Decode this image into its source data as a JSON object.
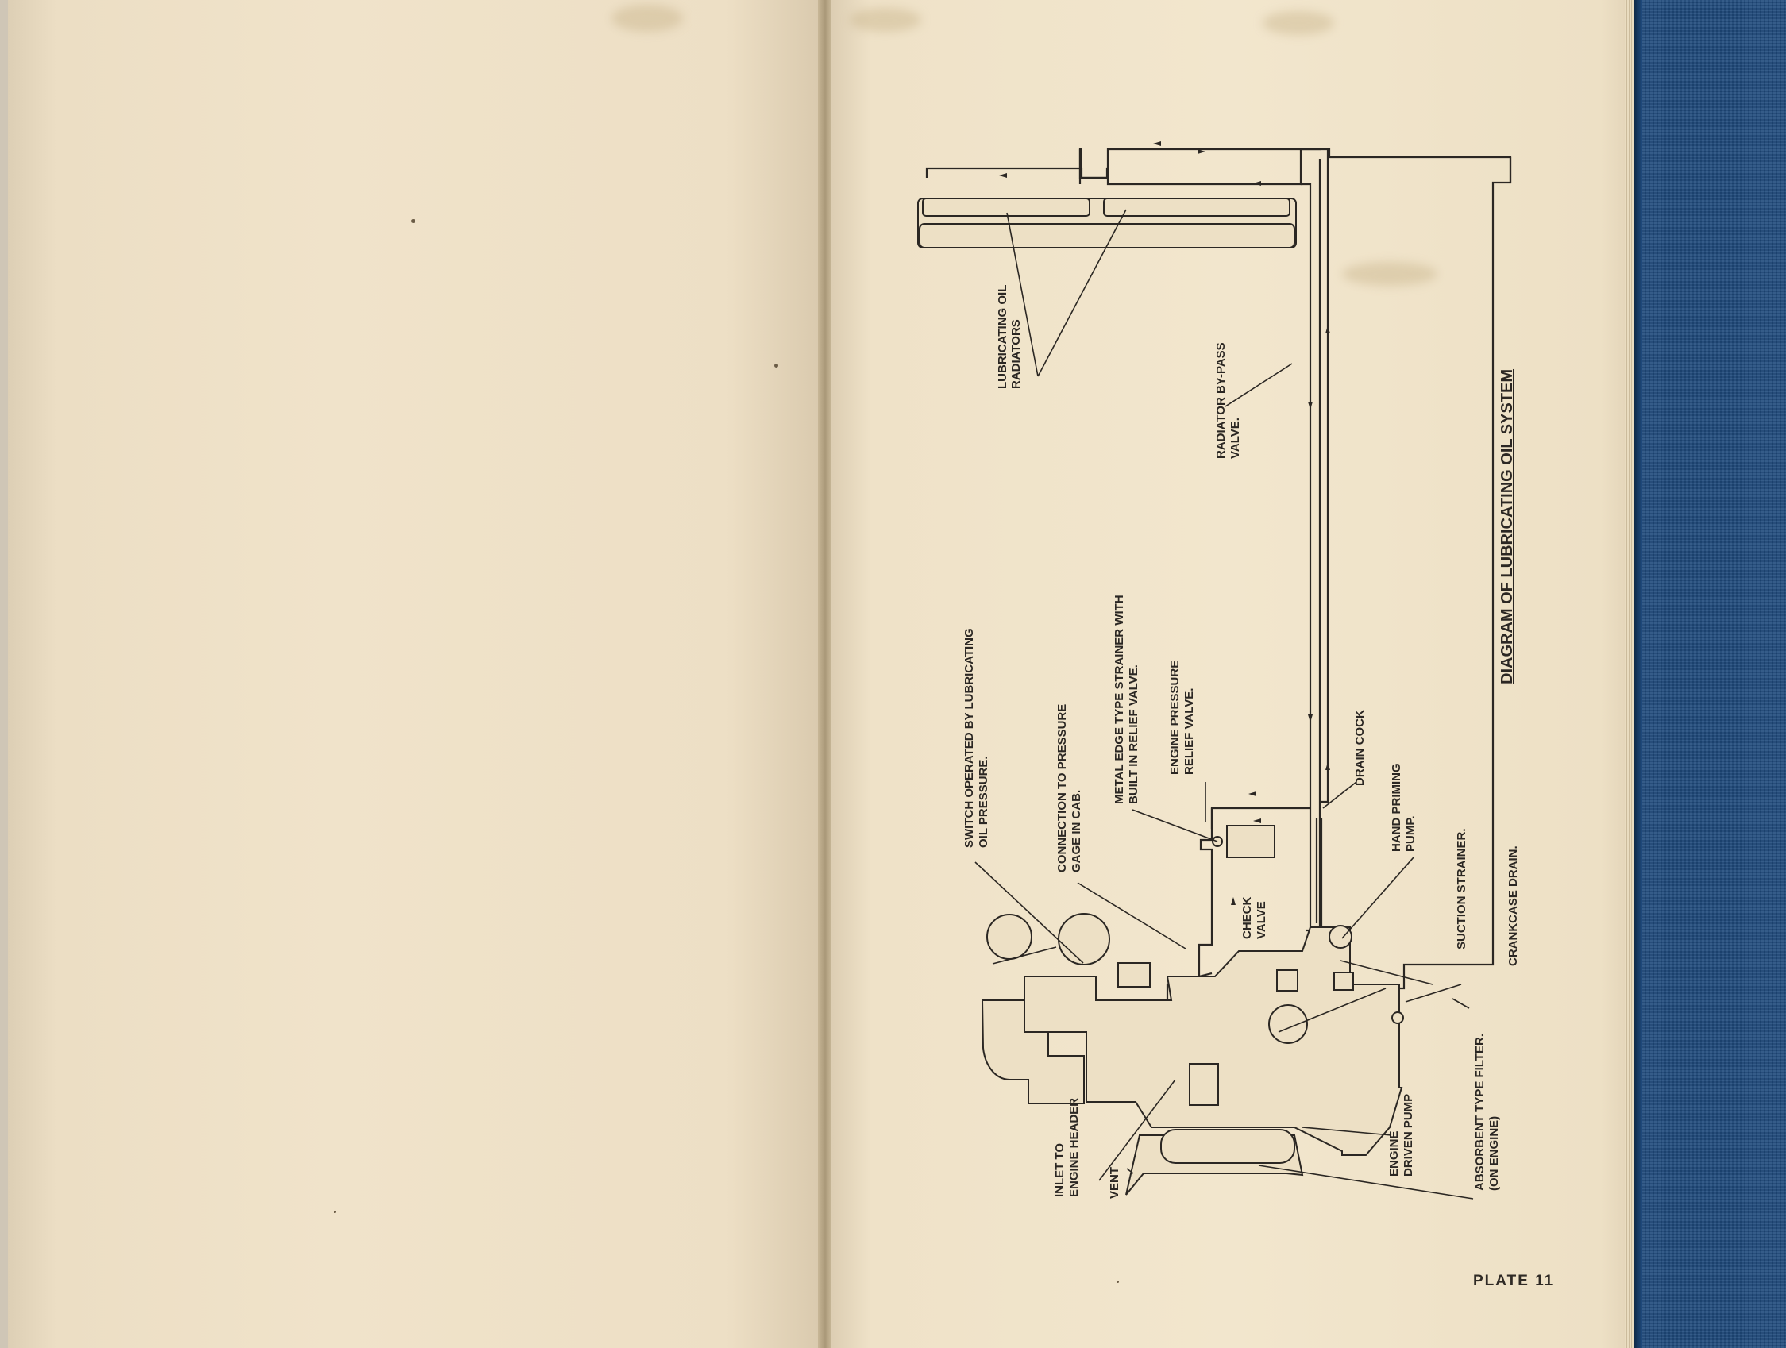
{
  "diagram": {
    "title": "DIAGRAM OF LUBRICATING OIL SYSTEM",
    "labels": {
      "radiators": [
        "LUBRICATING OIL",
        "RADIATORS"
      ],
      "bypass_valve": [
        "RADIATOR BY-PASS",
        "VALVE."
      ],
      "switch": [
        "SWITCH OPERATED BY LUBRICATING",
        "OIL PRESSURE."
      ],
      "gage_connection": [
        "CONNECTION TO PRESSURE",
        "GAGE IN CAB."
      ],
      "strainer": [
        "METAL EDGE TYPE STRAINER WITH",
        "BUILT IN RELIEF VALVE."
      ],
      "relief_valve": [
        "ENGINE PRESSURE",
        "RELIEF VALVE."
      ],
      "drain_cock": [
        "DRAIN COCK"
      ],
      "hand_pump": [
        "HAND PRIMING",
        "PUMP."
      ],
      "check_valve": [
        "CHECK",
        "VALVE"
      ],
      "suction_strainer": [
        "SUCTION STRAINER."
      ],
      "crankcase_drain": [
        "CRANKCASE DRAIN."
      ],
      "filter": [
        "ABSORBENT TYPE FILTER.",
        "(ON ENGINE)"
      ],
      "driven_pump": [
        "ENGINE",
        "DRIVEN PUMP"
      ],
      "vent": [
        "VENT"
      ],
      "inlet": [
        "INLET TO",
        "ENGINE HEADER"
      ]
    }
  },
  "plate": "PLATE 11"
}
